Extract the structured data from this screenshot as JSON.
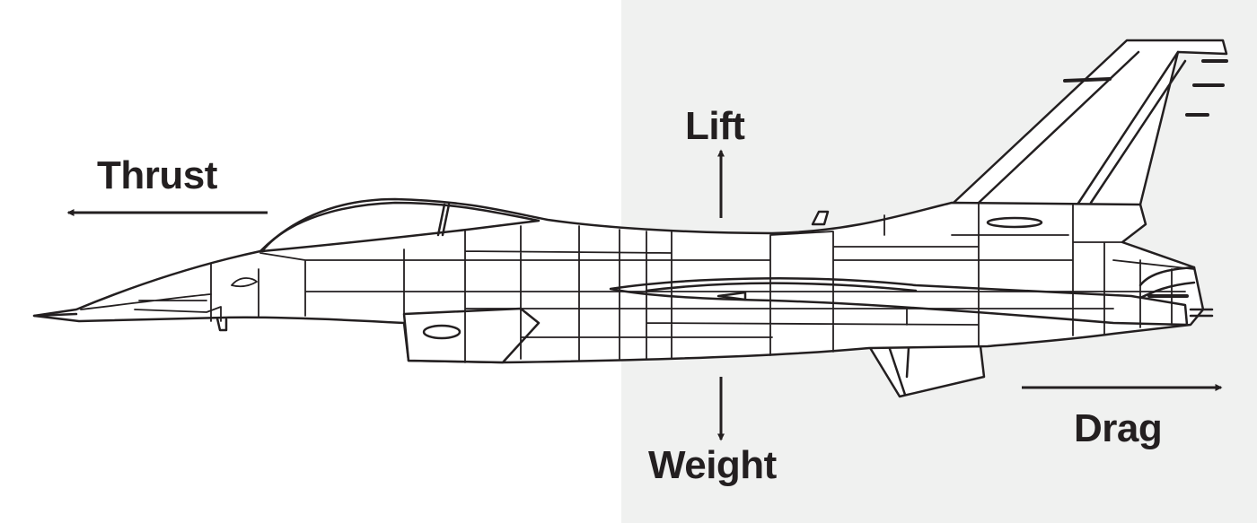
{
  "colors": {
    "background_left": "#ffffff",
    "background_right": "#f0f1f0",
    "line": "#231f20",
    "aircraft_fill": "#ffffff"
  },
  "forces": {
    "thrust": "Thrust",
    "lift": "Lift",
    "weight": "Weight",
    "drag": "Drag"
  }
}
